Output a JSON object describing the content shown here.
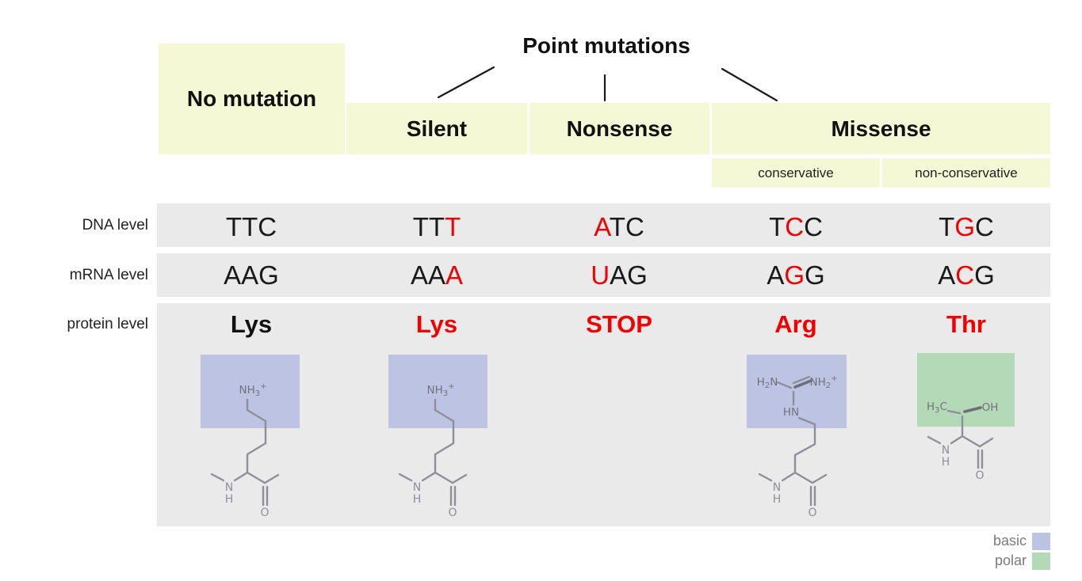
{
  "title": "Point mutations",
  "headers": {
    "no_mutation": "No mutation",
    "silent": "Silent",
    "nonsense": "Nonsense",
    "missense": "Missense",
    "conservative": "conservative",
    "non_conservative": "non-conservative"
  },
  "levels": {
    "dna": {
      "label": "DNA level",
      "cells": [
        {
          "pre": "TTC",
          "mut": "",
          "post": ""
        },
        {
          "pre": "TT",
          "mut": "T",
          "post": ""
        },
        {
          "pre": "",
          "mut": "A",
          "post": "TC"
        },
        {
          "pre": "T",
          "mut": "C",
          "post": "C"
        },
        {
          "pre": "T",
          "mut": "G",
          "post": "C"
        }
      ]
    },
    "mrna": {
      "label": "mRNA level",
      "cells": [
        {
          "pre": "AAG",
          "mut": "",
          "post": ""
        },
        {
          "pre": "AA",
          "mut": "A",
          "post": ""
        },
        {
          "pre": "",
          "mut": "U",
          "post": "AG"
        },
        {
          "pre": "A",
          "mut": "G",
          "post": "G"
        },
        {
          "pre": "A",
          "mut": "C",
          "post": "G"
        }
      ]
    },
    "protein": {
      "label": "protein level",
      "cells": [
        {
          "text": "Lys",
          "changed": false
        },
        {
          "text": "Lys",
          "changed": true
        },
        {
          "text": "STOP",
          "changed": true
        },
        {
          "text": "Arg",
          "changed": true
        },
        {
          "text": "Thr",
          "changed": true
        }
      ]
    }
  },
  "structures": {
    "lysine": {
      "highlight": "basic",
      "amine": {
        "base": "NH",
        "sub": "3",
        "sup": "+"
      },
      "backbone_n": "N",
      "backbone_h": "H",
      "carbonyl_o": "O"
    },
    "arginine": {
      "highlight": "basic",
      "left_amine": {
        "h": "H",
        "sub": "2",
        "n": "N"
      },
      "right_amine": {
        "base": "NH",
        "sub": "2",
        "sup": "+"
      },
      "imine": "HN",
      "backbone_n": "N",
      "backbone_h": "H",
      "carbonyl_o": "O"
    },
    "threonine": {
      "highlight": "polar",
      "methyl": {
        "h": "H",
        "sub": "3",
        "c": "C"
      },
      "hydroxyl": "OH",
      "backbone_n": "N",
      "backbone_h": "H",
      "carbonyl_o": "O"
    }
  },
  "legend": [
    {
      "label": "basic",
      "color": "#bdc3e3"
    },
    {
      "label": "polar",
      "color": "#b4d9b6"
    }
  ],
  "colors": {
    "mutation_red": "#f20000",
    "header_yellow": "#f4f8d4",
    "row_gray": "#eaeaea",
    "basic_purple": "#bdc3e3",
    "polar_green": "#b4d9b6"
  }
}
